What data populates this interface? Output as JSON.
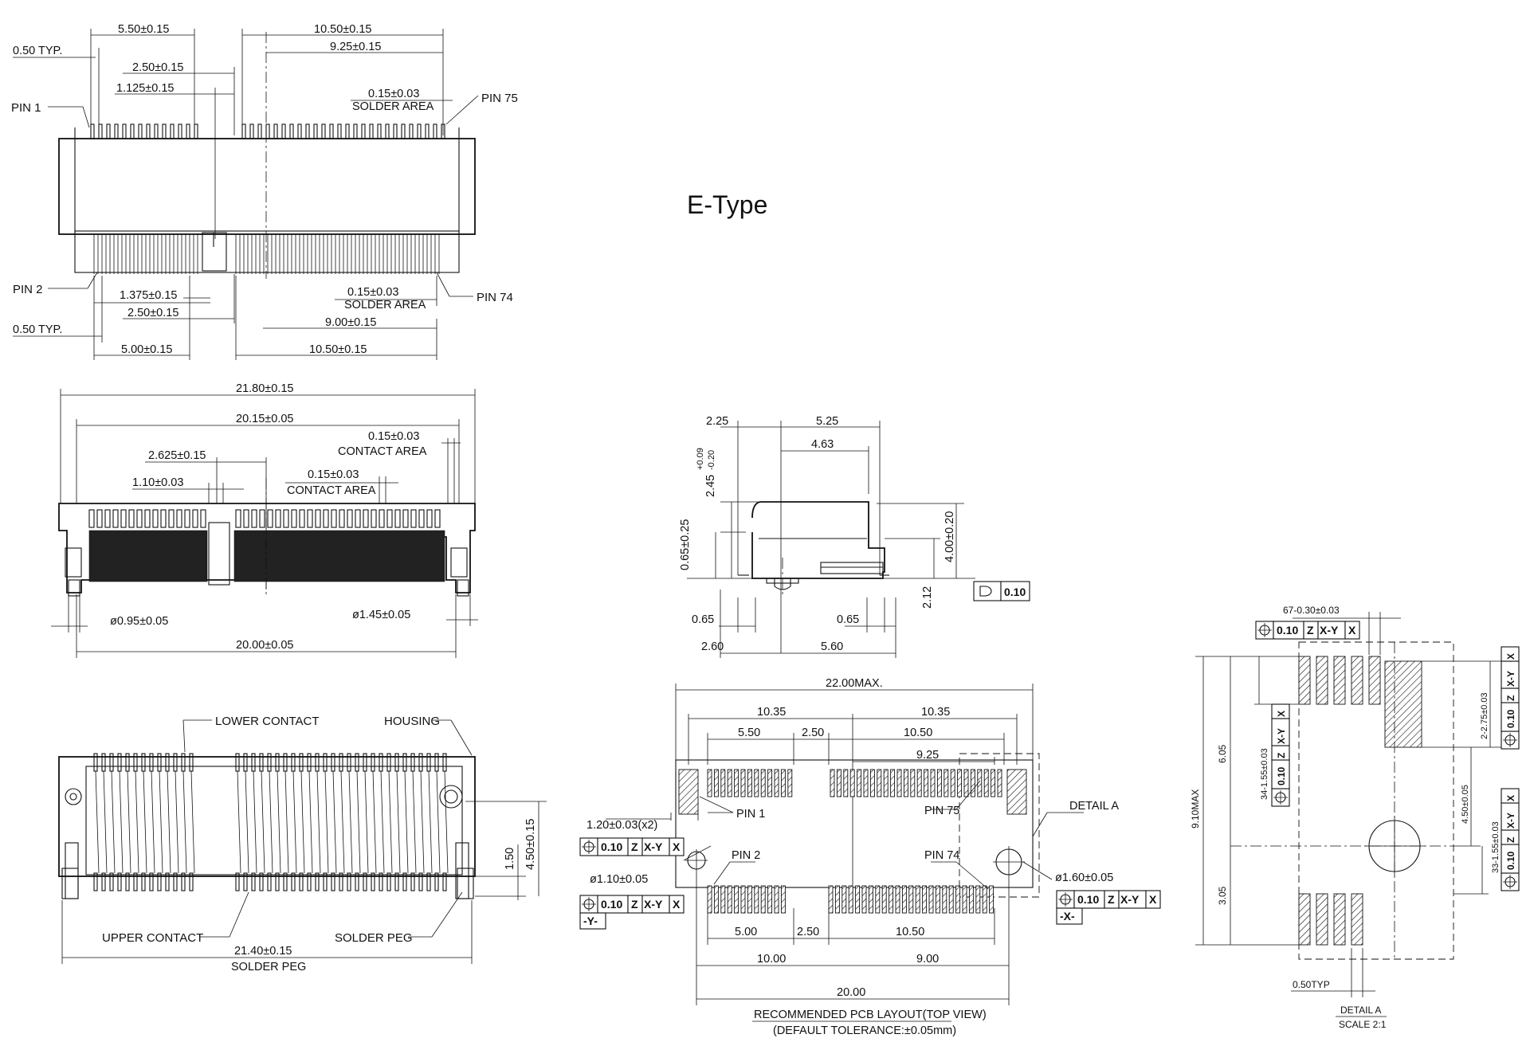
{
  "title": "E-Type",
  "top_view": {
    "d_550": "5.50±0.15",
    "d_1050": "10.50±0.15",
    "d_925": "9.25±0.15",
    "d_050typ": "0.50 TYP.",
    "d_250": "2.50±0.15",
    "d_1125": "1.125±0.15",
    "d_015": "0.15±0.03",
    "solder_area": "SOLDER AREA",
    "pin1": "PIN 1",
    "pin75": "PIN 75",
    "pin2": "PIN 2",
    "pin74": "PIN 74",
    "d_1375": "1.375±0.15",
    "d_015b": "0.15±0.03",
    "solder_area_b": "SOLDER AREA",
    "d_250b": "2.50±0.15",
    "d_900": "9.00±0.15",
    "d_050typb": "0.50 TYP.",
    "d_500": "5.00±0.15",
    "d_1050b": "10.50±0.15"
  },
  "front_view": {
    "d_2180": "21.80±0.15",
    "d_2015": "20.15±0.05",
    "d_015": "0.15±0.03",
    "contact_area": "CONTACT AREA",
    "d_2625": "2.625±0.15",
    "d_015b": "0.15±0.03",
    "d_110": "1.10±0.03",
    "contact_area_b": "CONTACT AREA",
    "d_095": "ø0.95±0.05",
    "d_145": "ø1.45±0.05",
    "d_2000": "20.00±0.05"
  },
  "bottom_view": {
    "lower_contact": "LOWER CONTACT",
    "housing": "HOUSING",
    "upper_contact": "UPPER CONTACT",
    "solder_peg": "SOLDER PEG",
    "d_2140": "21.40±0.15",
    "solder_peg_b": "SOLDER PEG",
    "d_150": "1.50",
    "d_450": "4.50±0.15"
  },
  "side_view": {
    "d_225": "2.25",
    "d_525": "5.25",
    "d_463": "4.63",
    "d_245": "2.45",
    "d_245_tol_plus": "+0.09",
    "d_245_tol_minus": "-0.20",
    "d_065v": "0.65±0.25",
    "d_400": "4.00±0.20",
    "d_212": "2.12",
    "flatness_value": "0.10",
    "d_065a": "0.65",
    "d_065b": "0.65",
    "d_260": "2.60",
    "d_560": "5.60"
  },
  "pcb_layout": {
    "d_2200": "22.00MAX.",
    "d_1035a": "10.35",
    "d_1035b": "10.35",
    "d_550": "5.50",
    "d_250": "2.50",
    "d_1050": "10.50",
    "d_925": "9.25",
    "d_120": "1.20±0.03(x2)",
    "pin1": "PIN 1",
    "pin75": "PIN 75",
    "detail_a": "DETAIL A",
    "pin2": "PIN 2",
    "pin74": "PIN 74",
    "d_110": "ø1.10±0.05",
    "d_160": "ø1.60±0.05",
    "fcf1": [
      "0.10",
      "Z",
      "X-Y",
      "X"
    ],
    "fcf2": [
      "0.10",
      "Z",
      "X-Y",
      "X"
    ],
    "fcf3": [
      "0.10",
      "Z",
      "X-Y",
      "X"
    ],
    "datum_y": "-Y-",
    "datum_x": "-X-",
    "d_500": "5.00",
    "d_250b": "2.50",
    "d_1050b": "10.50",
    "d_1000": "10.00",
    "d_900": "9.00",
    "d_2000": "20.00",
    "caption1": "RECOMMENDED PCB LAYOUT(TOP VIEW)",
    "caption2": "(DEFAULT TOLERANCE:±0.05mm)"
  },
  "detail_a": {
    "d_67": "67-0.30±0.03",
    "fcf_top": [
      "0.10",
      "Z",
      "X-Y",
      "X"
    ],
    "d_910": "9.10MAX",
    "d_605": "6.05",
    "d_305": "3.05",
    "d_34": "34-1.55±0.03",
    "fcf_left": [
      "0.10",
      "Z",
      "X-Y",
      "X"
    ],
    "d_2275": "2-2.75±0.03",
    "fcf_right1": [
      "0.10",
      "Z",
      "X-Y",
      "X"
    ],
    "d_450": "4.50±0.05",
    "d_33": "33-1.55±0.03",
    "fcf_right2": [
      "0.10",
      "Z",
      "X-Y",
      "X"
    ],
    "d_050typ": "0.50TYP",
    "caption": "DETAIL A",
    "scale": "SCALE 2:1"
  }
}
